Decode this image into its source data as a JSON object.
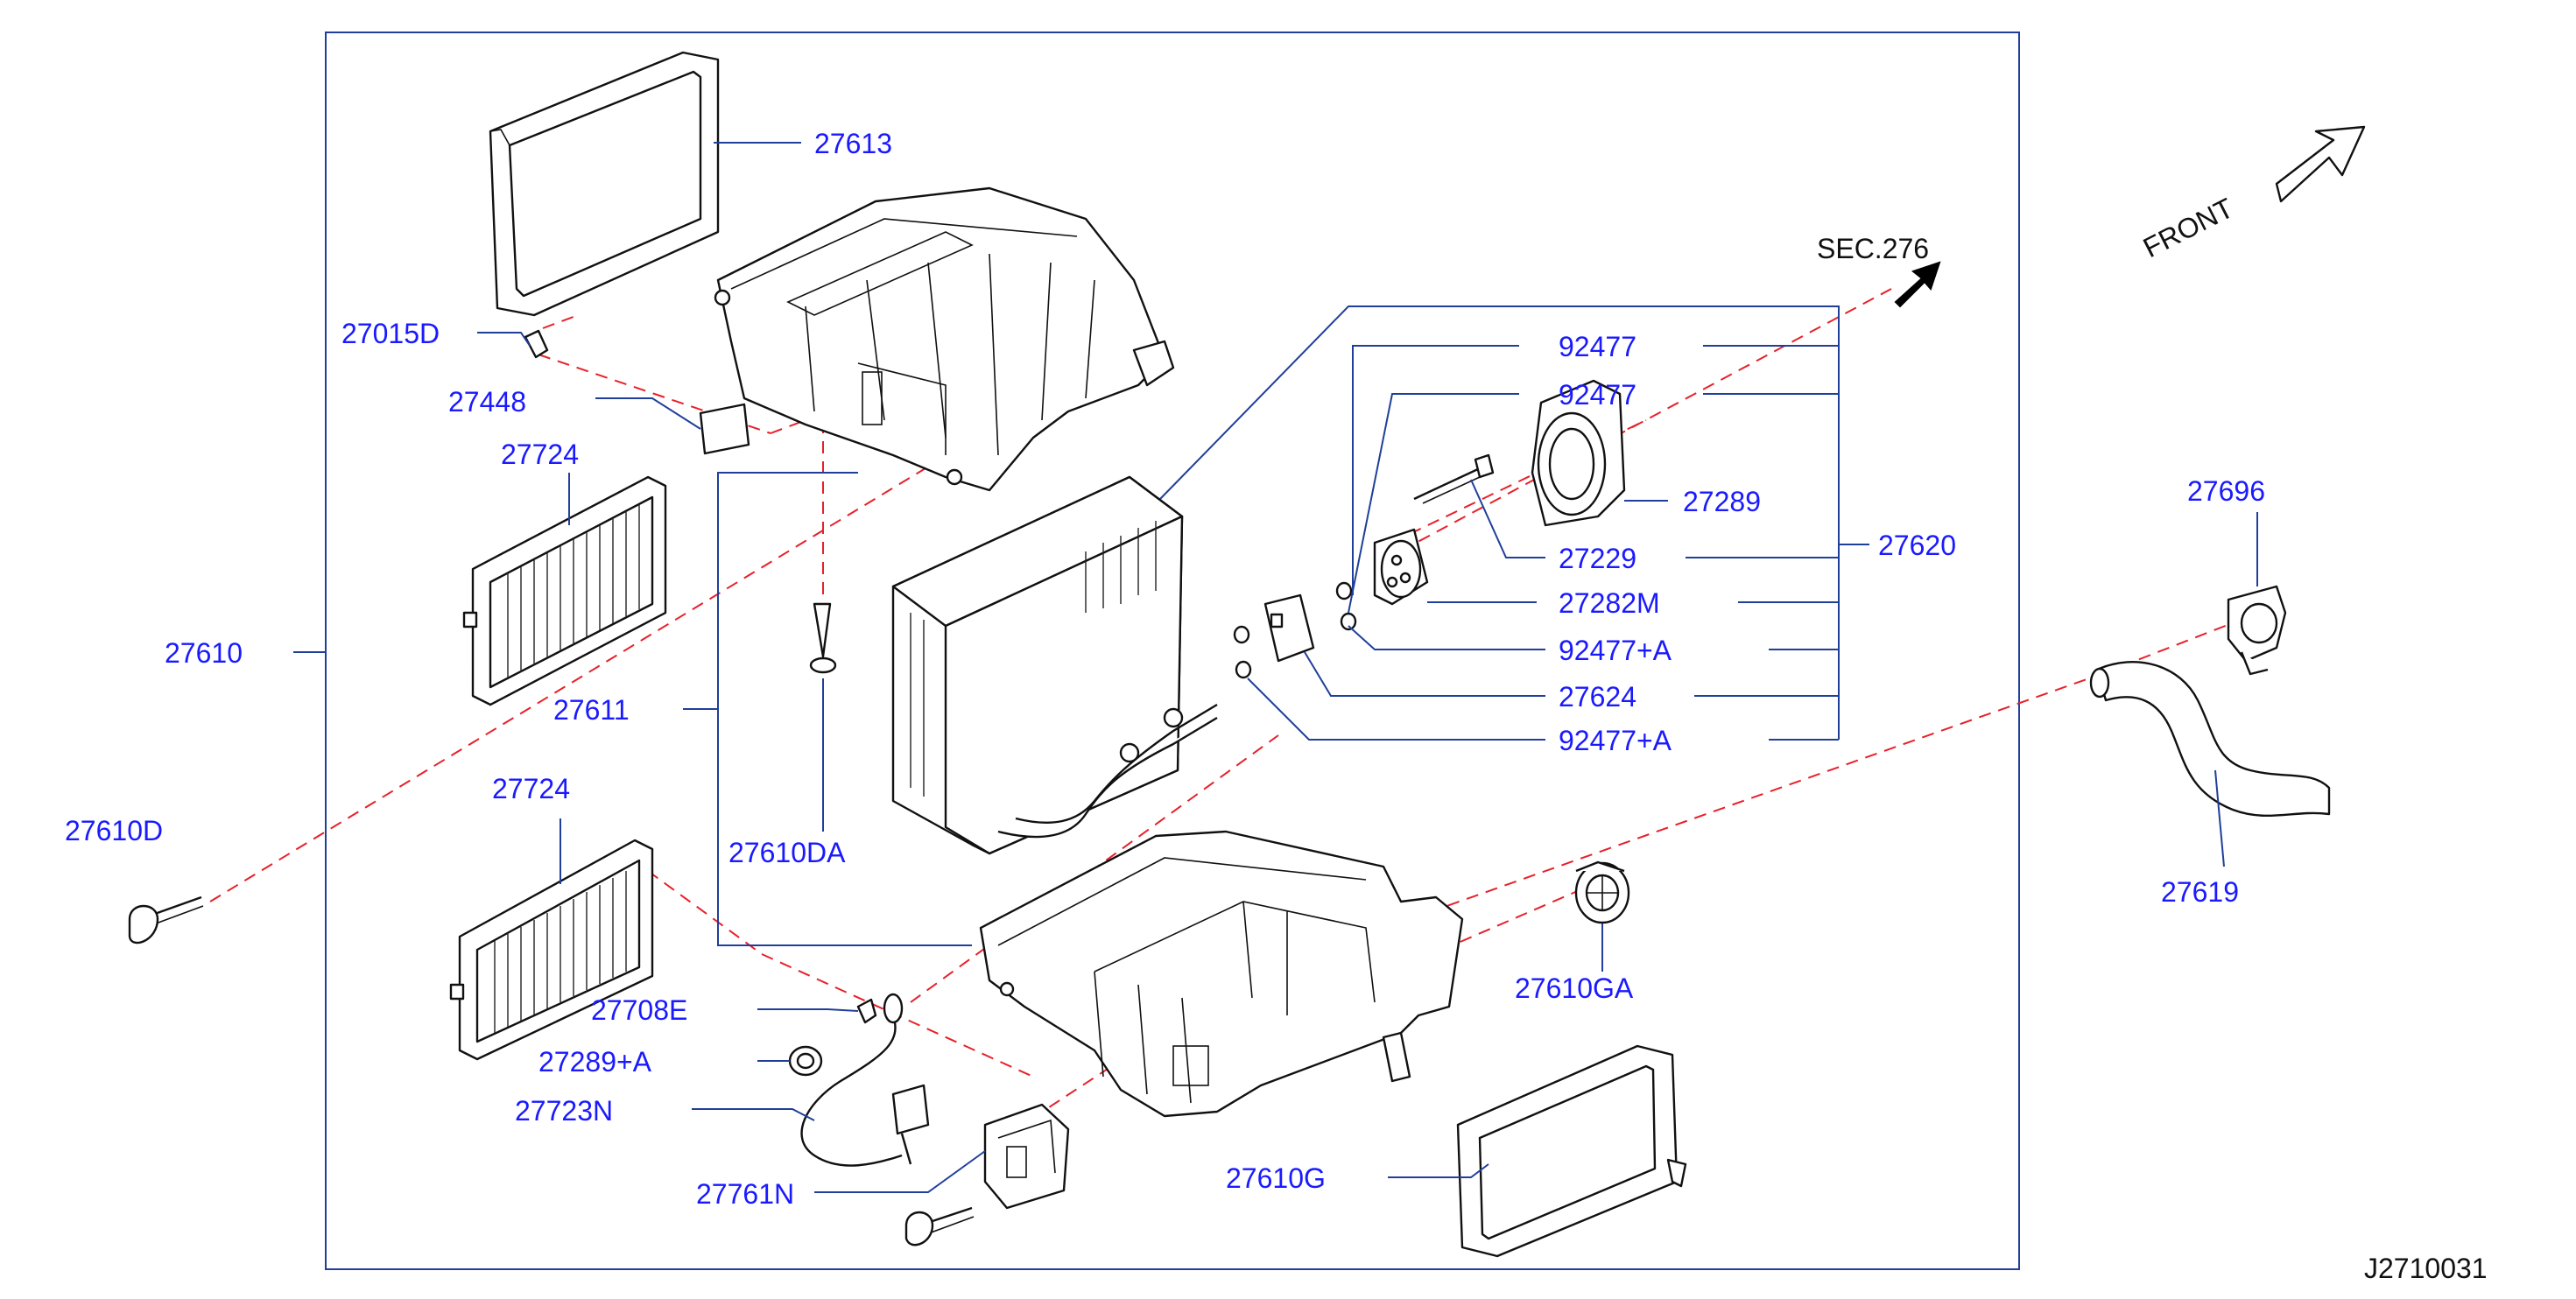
{
  "diagram": {
    "id_code": "J2710031",
    "direction_label": "FRONT",
    "section_ref": "SEC.276",
    "callouts": {
      "c27613": "27613",
      "c27015D": "27015D",
      "c27448": "27448",
      "c27724_top": "27724",
      "c27610": "27610",
      "c27611": "27611",
      "c27610D": "27610D",
      "c27610DA": "27610DA",
      "c27724_bottom": "27724",
      "c27708E": "27708E",
      "c27289A": "27289+A",
      "c27723N": "27723N",
      "c27761N": "27761N",
      "c27610G": "27610G",
      "c27610GA": "27610GA",
      "c92477_1": "92477",
      "c92477_2": "92477",
      "c27289": "27289",
      "c27229": "27229",
      "c27282M": "27282M",
      "c92477A_1": "92477+A",
      "c27624": "27624",
      "c92477A_2": "92477+A",
      "c27620": "27620",
      "c27696": "27696",
      "c27619": "27619"
    }
  },
  "colors": {
    "callout_text": "#1a1aff",
    "leader_line": "#1f3f9a",
    "dashed_line": "#e8202a",
    "part_outline": "#111111"
  }
}
